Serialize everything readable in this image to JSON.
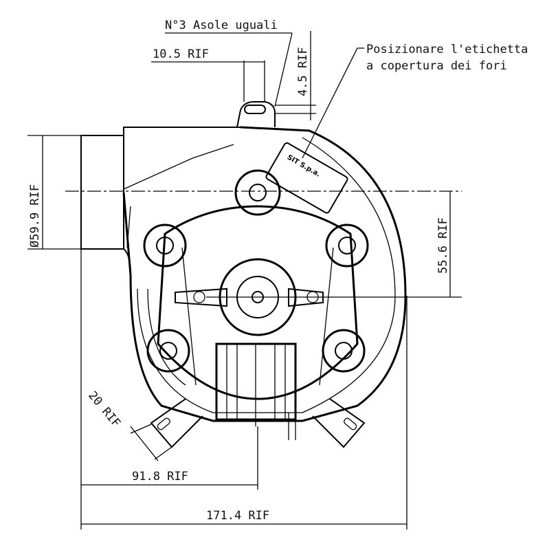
{
  "drawing": {
    "note_slots": "N°3 Asole uguali",
    "dim_slot_width": "10.5 RIF",
    "dim_slot_height": "4.5 RIF",
    "label_note_line1": "Posizionare l'etichetta",
    "label_note_line2": "a copertura dei fori",
    "label_text": "SIT S.p.a.",
    "dim_outlet_diameter": "Ø59.9 RIF",
    "dim_center_offset": "55.6 RIF",
    "dim_foot": "20 RIF",
    "dim_half_width": "91.8 RIF",
    "dim_total_width": "171.4 RIF"
  }
}
